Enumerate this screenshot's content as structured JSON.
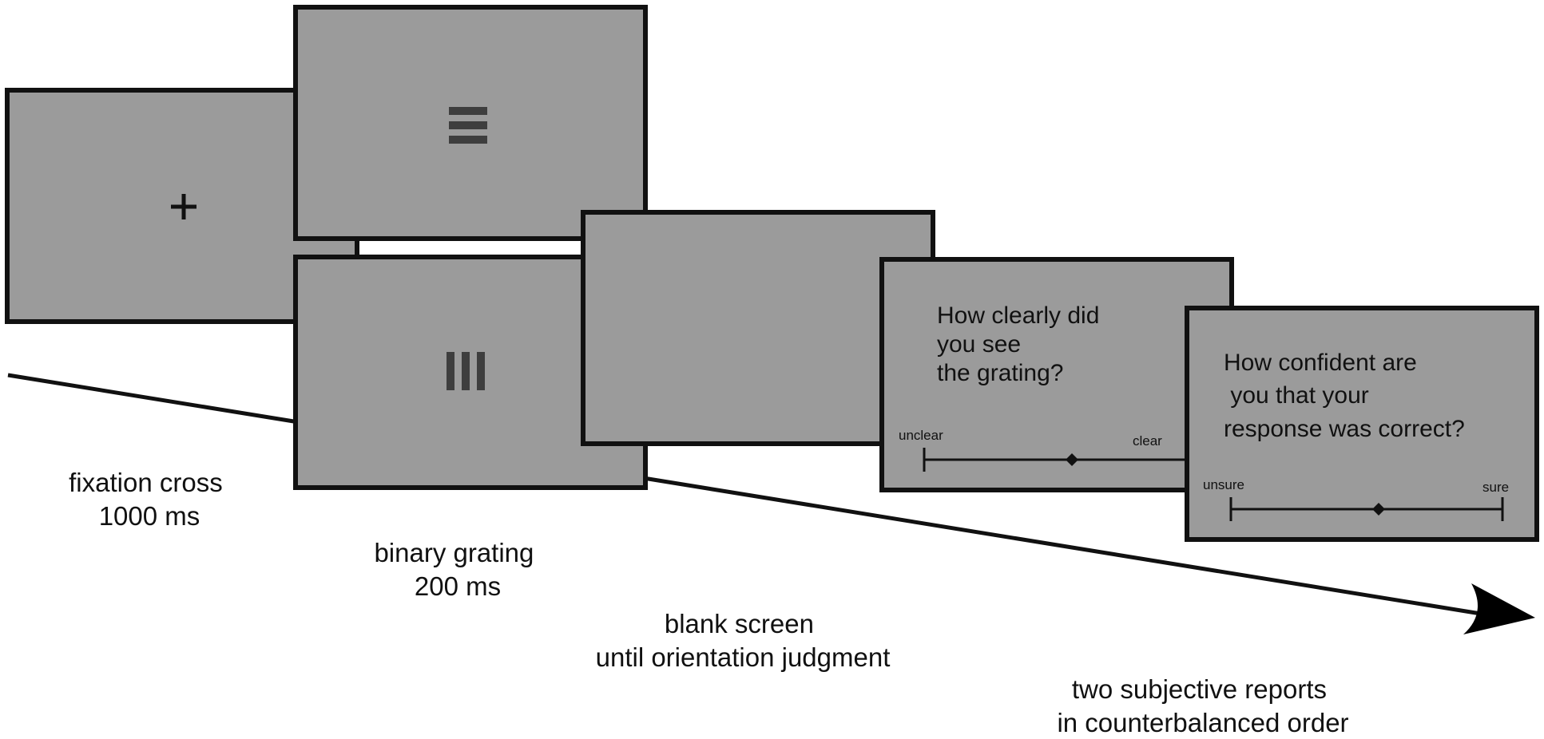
{
  "colors": {
    "screen_fill": "#9b9b9b",
    "outline": "#111111",
    "grating_bar": "#3e3e3e",
    "background": "#ffffff"
  },
  "icons": {
    "fixation": "plus-cross",
    "horizontal_grating": "three-horizontal-bars",
    "vertical_grating": "three-vertical-bars",
    "time_arrow": "arrow-right"
  },
  "captions": {
    "fixation": [
      "fixation cross",
      "1000 ms"
    ],
    "grating": [
      "binary grating",
      "200 ms"
    ],
    "blank": [
      "blank screen",
      "until orientation judgment"
    ],
    "reports": [
      "two subjective reports",
      "in counterbalanced order"
    ]
  },
  "clarity_screen": {
    "question": [
      "How clearly did",
      "you see",
      "the grating?"
    ],
    "scale_left": "unclear",
    "scale_right": "clear"
  },
  "confidence_screen": {
    "question": [
      "How confident are",
      " you that your",
      "response was correct?"
    ],
    "scale_left": "unsure",
    "scale_right": "sure"
  }
}
